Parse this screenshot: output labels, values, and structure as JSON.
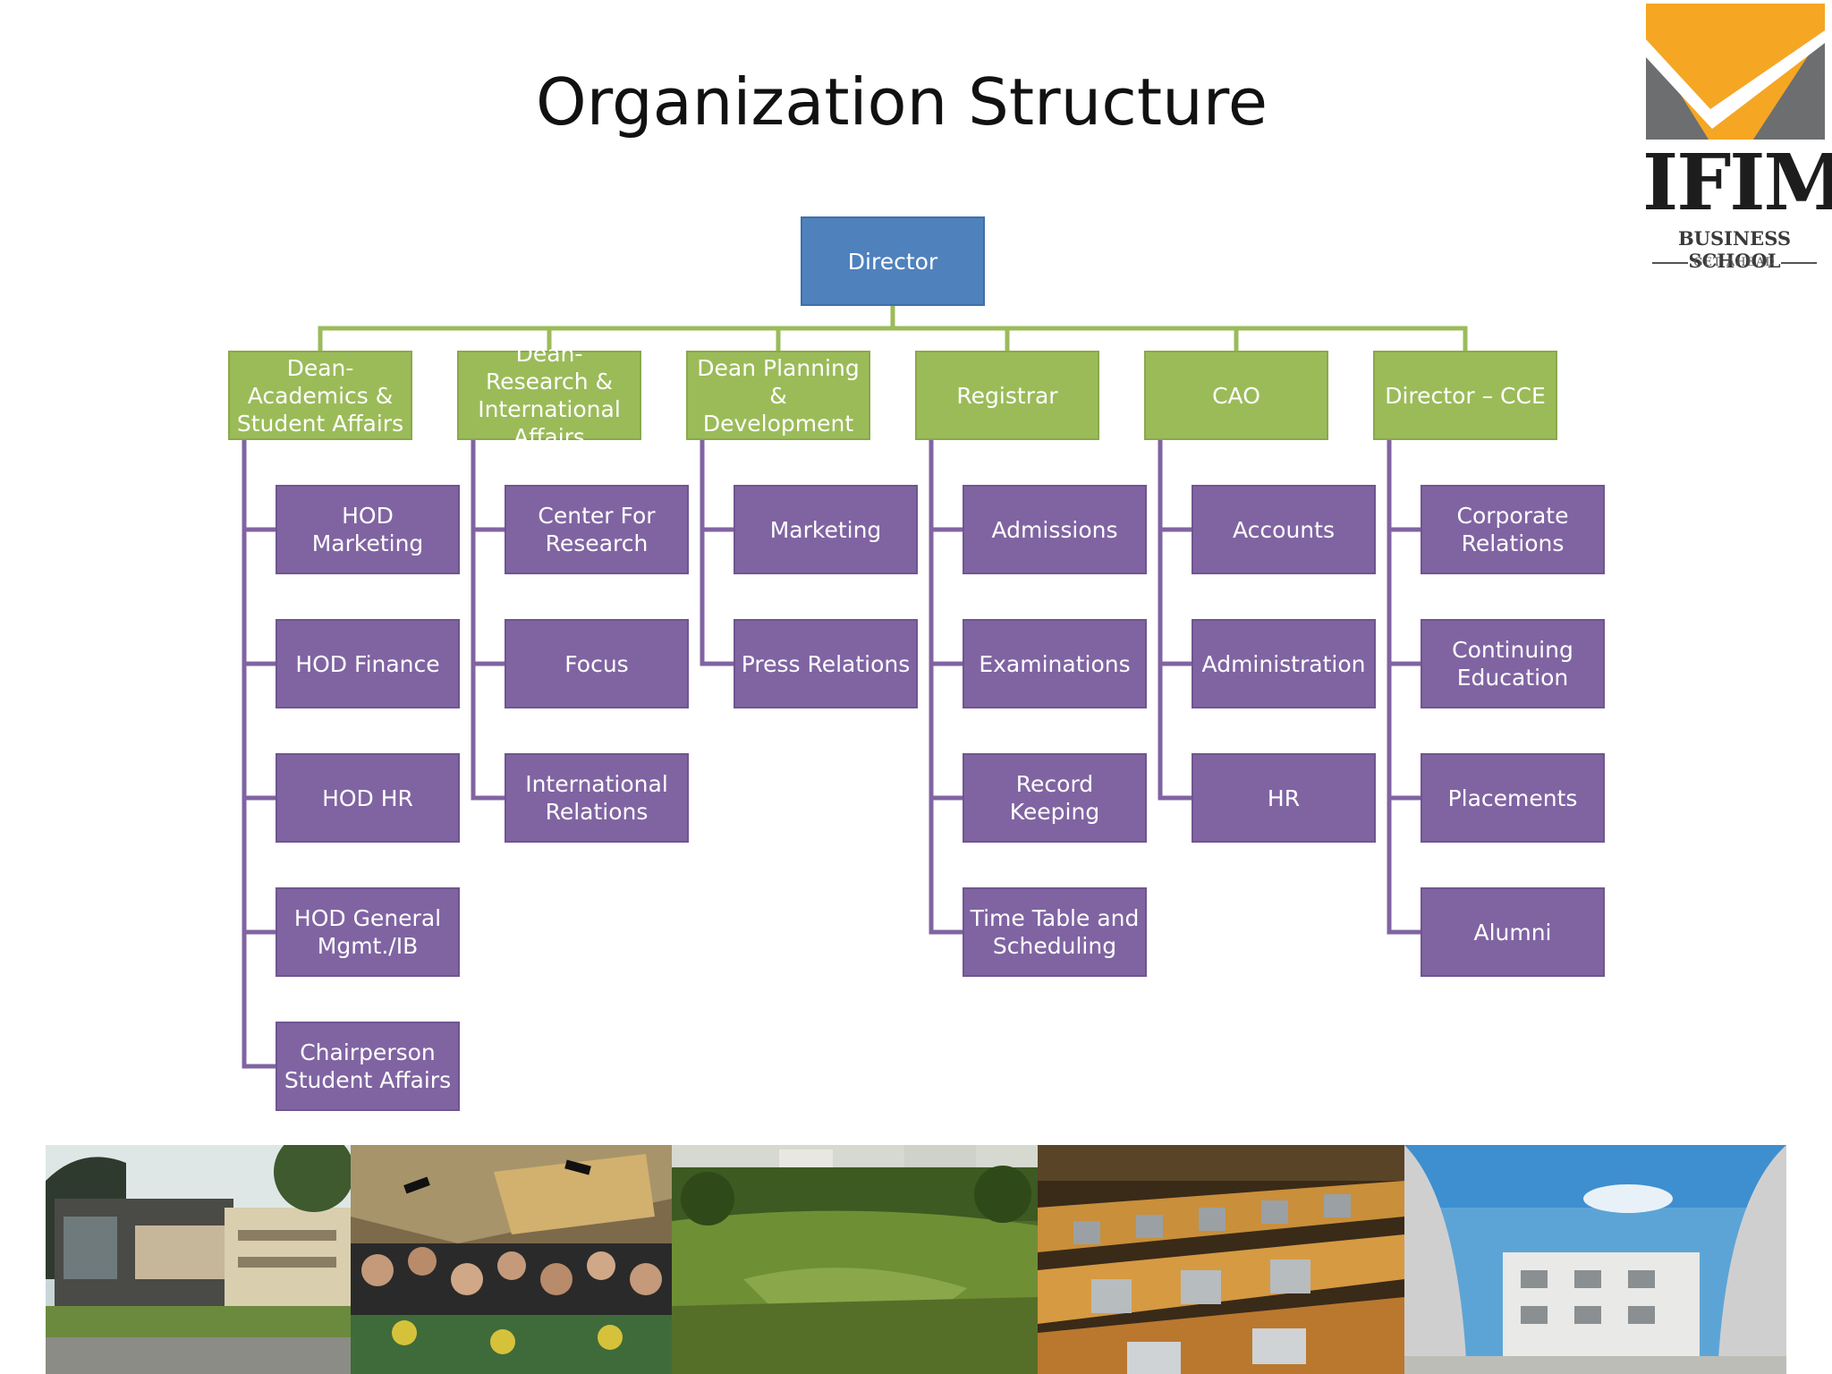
{
  "page": {
    "title": "Organization Structure"
  },
  "logo": {
    "wordmark": "IFIM",
    "subtitle": "BUSINESS SCHOOL",
    "tagline": "GET AHEAD",
    "colors": {
      "orange": "#f5a623",
      "gray": "#6d6e70"
    }
  },
  "org": {
    "root": {
      "label": "Director"
    },
    "departments": [
      {
        "label": "Dean-Academics & Student Affairs",
        "children": [
          "HOD Marketing",
          "HOD Finance",
          "HOD HR",
          "HOD General Mgmt./IB",
          "Chairperson Student Affairs"
        ]
      },
      {
        "label": "Dean- Research & International Affairs",
        "children": [
          "Center For Research",
          "Focus",
          "International Relations"
        ]
      },
      {
        "label": "Dean Planning & Development",
        "children": [
          "Marketing",
          "Press Relations"
        ]
      },
      {
        "label": "Registrar",
        "children": [
          "Admissions",
          "Examinations",
          "Record Keeping",
          "Time Table and Scheduling"
        ]
      },
      {
        "label": "CAO",
        "children": [
          "Accounts",
          "Administration",
          "HR"
        ]
      },
      {
        "label": "Director – CCE",
        "children": [
          "Corporate Relations",
          "Continuing Education",
          "Placements",
          "Alumni"
        ]
      }
    ]
  },
  "colors": {
    "root": "#4f81bd",
    "department": "#9bbb59",
    "child": "#8064a2",
    "dept_connector": "#9bbb59",
    "child_connector": "#8064a2"
  },
  "photos": [
    {
      "subject": "campus-building"
    },
    {
      "subject": "graduation-crowd"
    },
    {
      "subject": "green-lawn"
    },
    {
      "subject": "computer-lab"
    },
    {
      "subject": "campus-courtyard"
    }
  ]
}
